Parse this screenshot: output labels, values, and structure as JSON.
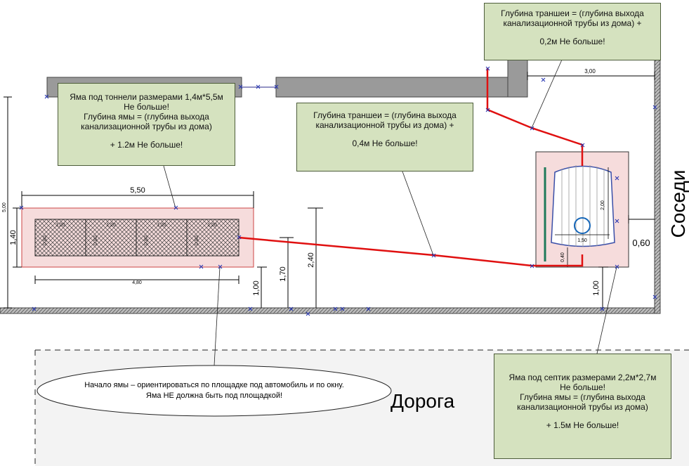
{
  "notes": {
    "trench_top": {
      "line1": "Глубина траншеи = (глубина выхода",
      "line2": "канализационной трубы из  дома) +",
      "line3": "0,2м Не больше!"
    },
    "tunnel_pit": {
      "line1": "Яма под тоннели размерами 1,4м*5,5м",
      "line2": "Не больше!",
      "line3": "Глубина ямы = (глубина выхода",
      "line4": "канализационной трубы из дома)",
      "line5": "+ 1.2м Не больше!"
    },
    "trench_mid": {
      "line1": "Глубина траншеи = (глубина выхода",
      "line2": "канализационной трубы из  дома) +",
      "line3": "0,4м Не больше!"
    },
    "septic_pit": {
      "line1": "Яма под  септик размерами 2,2м*2,7м",
      "line2": "Не больше!",
      "line3": "Глубина ямы = (глубина выхода",
      "line4": "канализационной трубы из  дома)",
      "line5": "+ 1.5м Не больше!"
    }
  },
  "ellipse_note": {
    "line1": "Начало ямы – ориентироваться по площадке под автомобиль и по окну.",
    "line2": "Яма НЕ должна быть под площадкой!"
  },
  "labels": {
    "neighbors": "Соседи",
    "road": "Дорога"
  },
  "dimensions": {
    "d_300": "3,00",
    "d_550": "5,50",
    "d_480": "4,80",
    "d_500": "5,00",
    "d_140": "1,40",
    "d_100_left": "1,00",
    "d_170": "1,70",
    "d_240": "2,40",
    "d_060": "0,60",
    "d_100_right": "1,00",
    "d_200": "2,00",
    "d_150": "1,50",
    "d_040": "0,40",
    "tunnel_w": "1,20",
    "tunnel_h": "0,80"
  },
  "colors": {
    "pipe": "#e01010",
    "note_fill": "#d5e2bf",
    "pit_fill": "#f6dcdc",
    "wall": "#9a9a9a"
  }
}
